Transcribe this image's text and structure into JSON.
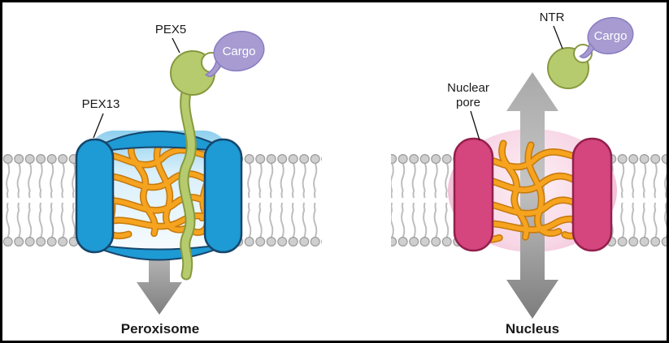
{
  "figure": {
    "type": "diagram",
    "panels": {
      "left": {
        "labels": {
          "receptor": "PEX5",
          "channel": "PEX13",
          "cargo": "Cargo",
          "organelle": "Peroxisome"
        }
      },
      "right": {
        "labels": {
          "receptor": "NTR",
          "pore_line1": "Nuclear",
          "pore_line2": "pore",
          "cargo": "Cargo",
          "organelle": "Nucleus"
        }
      }
    },
    "colors": {
      "channel_blue": "#1E9AD4",
      "channel_blue_dark": "#16466B",
      "pore_pink": "#D5457E",
      "pore_pink_dark": "#93204C",
      "strand_orange": "#F6A41F",
      "strand_orange_dark": "#C57A0E",
      "receptor_green": "#B6CB6E",
      "receptor_green_dark": "#86993F",
      "cargo_purple": "#A79BD1",
      "cargo_purple_dark": "#8A7DC2",
      "membrane_gray": "#CFCFCF",
      "arrow_gray": "#8F8F8F",
      "text_black": "#1A1A1A"
    }
  }
}
